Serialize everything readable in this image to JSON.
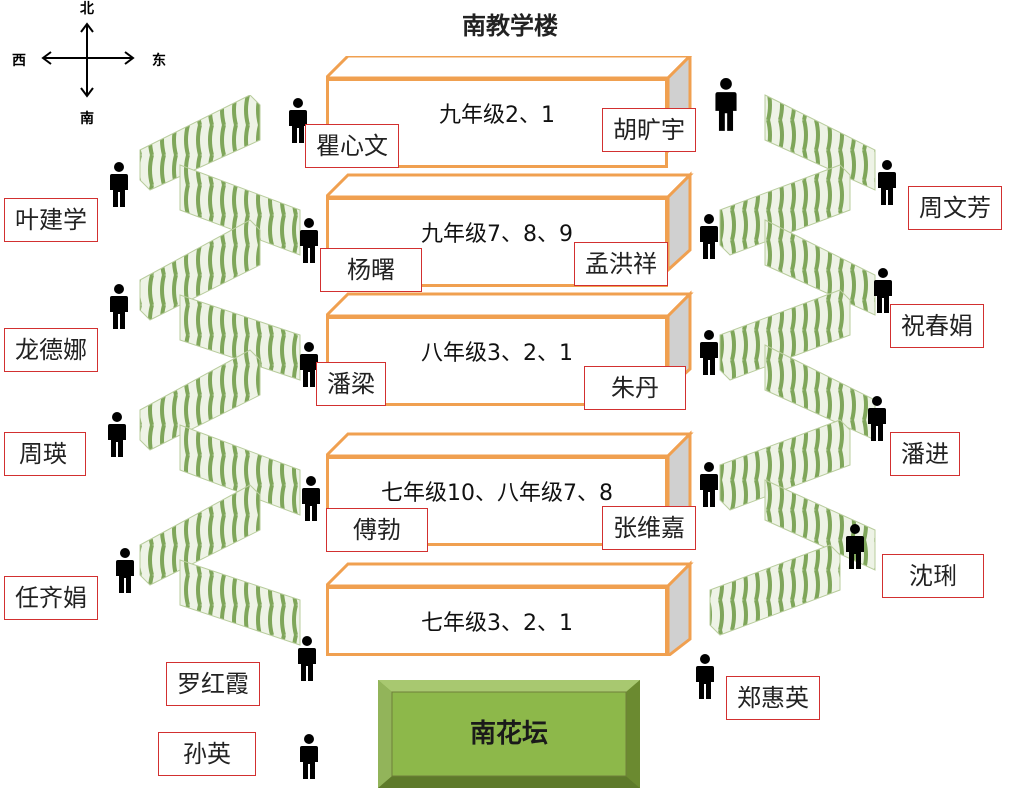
{
  "title": "南教学楼",
  "compass": {
    "north": "北",
    "south": "南",
    "east": "东",
    "west": "西"
  },
  "floors": [
    {
      "label": "九年级2、1"
    },
    {
      "label": "九年级7、8、9"
    },
    {
      "label": "八年级3、2、1"
    },
    {
      "label": "七年级10、八年级7、8"
    },
    {
      "label": "七年级3、2、1"
    }
  ],
  "names": {
    "qu_xinwen": "瞿心文",
    "hu_kuangyu": "胡旷宇",
    "ye_jianxue": "叶建学",
    "zhou_wenfang": "周文芳",
    "yang_shu": "杨曙",
    "meng_hongxiang": "孟洪祥",
    "long_dena": "龙德娜",
    "zhu_chunjuan": "祝春娟",
    "pan_liang": "潘梁",
    "zhu_dan": "朱丹",
    "zhou_ying": "周瑛",
    "pan_jin": "潘进",
    "fu_bo": "傅勃",
    "zhang_weijia": "张维嘉",
    "ren_qijuan": "任齐娟",
    "shen_li": "沈琍",
    "luo_hongxia": "罗红霞",
    "zheng_huiying": "郑惠英",
    "sun_ying": "孙英"
  },
  "garden": {
    "label": "南花坛"
  },
  "colors": {
    "floor_border": "#f0a050",
    "name_border": "#d23030",
    "garden_fill": "#8db84a",
    "garden_border": "#6f7f3a",
    "stair_rail": "#7fa65a"
  }
}
